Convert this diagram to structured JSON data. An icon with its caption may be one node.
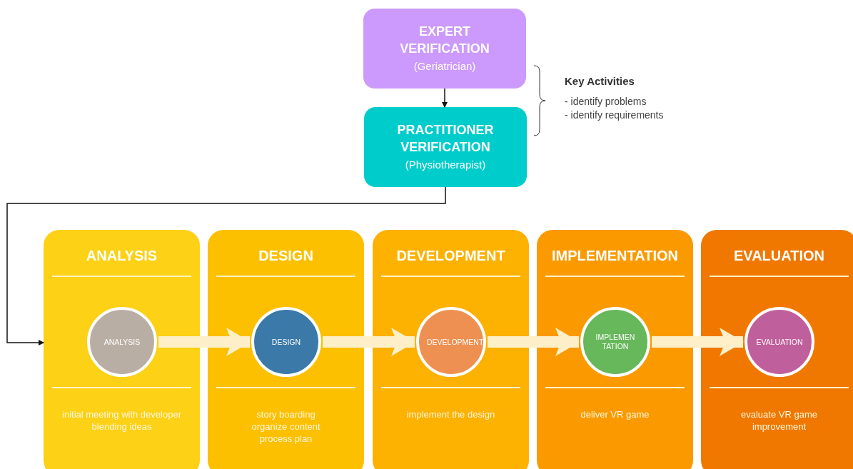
{
  "diagram": {
    "nodes": [
      {
        "text": [
          "EXPERT VERIFICATION",
          "(Geriatrician)"
        ]
      },
      {
        "text": [
          "PRACTITIONER VERIFICATION",
          "(Physiotherapist)"
        ]
      },
      {
        "text": [
          "ANALYSIS",
          "initial meeting with developer blending ideas"
        ]
      },
      {
        "text": [
          "ANALYSIS"
        ],
        "in": 2
      },
      {
        "text": [
          "DESIGN",
          "story boarding organize content process plan"
        ]
      },
      {
        "text": [
          "DESIGN"
        ],
        "in": 4
      },
      {
        "text": [
          "DEVELOPMENT",
          "implement the design"
        ]
      },
      {
        "text": [
          "DEVELOPMENT"
        ],
        "in": 6
      },
      {
        "text": [
          "IMPLEMENTATION",
          "deliver VR game"
        ]
      },
      {
        "text": [
          "IMPLEMEN TATION"
        ],
        "in": 8
      },
      {
        "text": [
          "EVALUATION",
          "evaluate VR game improvement"
        ]
      },
      {
        "text": [
          "EVALUATION"
        ],
        "in": 10
      }
    ],
    "edges": [
      {
        "from": 0,
        "to": 1,
        "arrow": "to",
        "color": "#111111"
      },
      {
        "from": 1,
        "to": 2,
        "arrow": "to",
        "color": "#111111"
      },
      {
        "from": 3,
        "to": 5,
        "arrow": "to"
      },
      {
        "from": 5,
        "to": 7,
        "arrow": "to"
      },
      {
        "from": 7,
        "to": 9,
        "arrow": "to"
      },
      {
        "from": 9,
        "to": 11,
        "arrow": "to"
      }
    ],
    "labels": [
      "Key Activities",
      "- identify problems",
      "- identify requirements"
    ]
  }
}
